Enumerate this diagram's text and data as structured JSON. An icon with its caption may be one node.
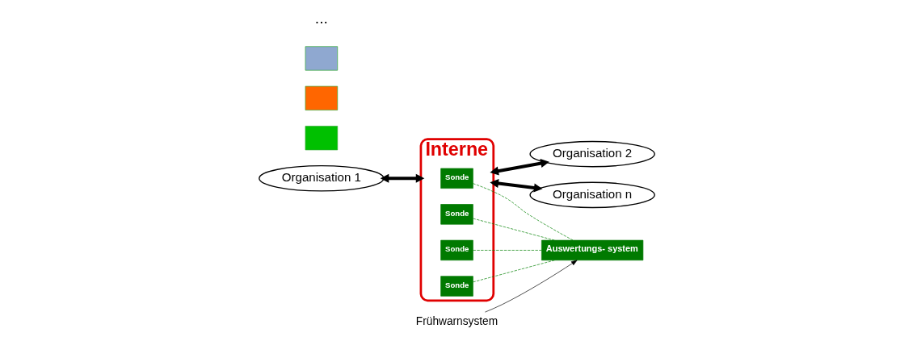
{
  "diagram": {
    "nodes": [
      {
        "text": [
          "Organisation 1"
        ]
      },
      {
        "text": [
          "Interne"
        ]
      },
      {
        "text": [
          "Organisation 2"
        ]
      },
      {
        "text": [
          "Organisation n"
        ]
      },
      {
        "text": [],
        "shape": "box"
      },
      {
        "text": [],
        "shape": "box"
      },
      {
        "text": [],
        "shape": "box"
      },
      {
        "text": [
          "Sonde"
        ],
        "in": 1
      },
      {
        "text": [
          "Sonde"
        ],
        "in": 1
      },
      {
        "text": [
          "Sonde"
        ],
        "in": 1
      },
      {
        "text": [
          "Sonde"
        ],
        "in": 1
      },
      {
        "text": [
          "Auswertungs- system"
        ]
      },
      {
        "text": [
          "Frühwarnsystem"
        ]
      }
    ],
    "edges": [
      {
        "from": 0,
        "to": 1,
        "arrow": "both",
        "style": "thick",
        "color": "#000000"
      },
      {
        "from": 1,
        "to": 2,
        "arrow": "both",
        "style": "thick",
        "color": "#000000"
      },
      {
        "from": 1,
        "to": 3,
        "arrow": "both",
        "style": "thick",
        "color": "#000000"
      },
      {
        "from": 7,
        "to": 11,
        "arrow": "none",
        "style": "dashed",
        "color": "#008000"
      },
      {
        "from": 8,
        "to": 11,
        "arrow": "none",
        "style": "dashed",
        "color": "#008000"
      },
      {
        "from": 9,
        "to": 11,
        "arrow": "none",
        "style": "dashed",
        "color": "#008000"
      },
      {
        "from": 10,
        "to": 11,
        "arrow": "none",
        "style": "dashed",
        "color": "#008000"
      },
      {
        "from": 12,
        "to": 11,
        "arrow": "to",
        "color": "#000000"
      }
    ],
    "labels": [
      "..."
    ]
  }
}
